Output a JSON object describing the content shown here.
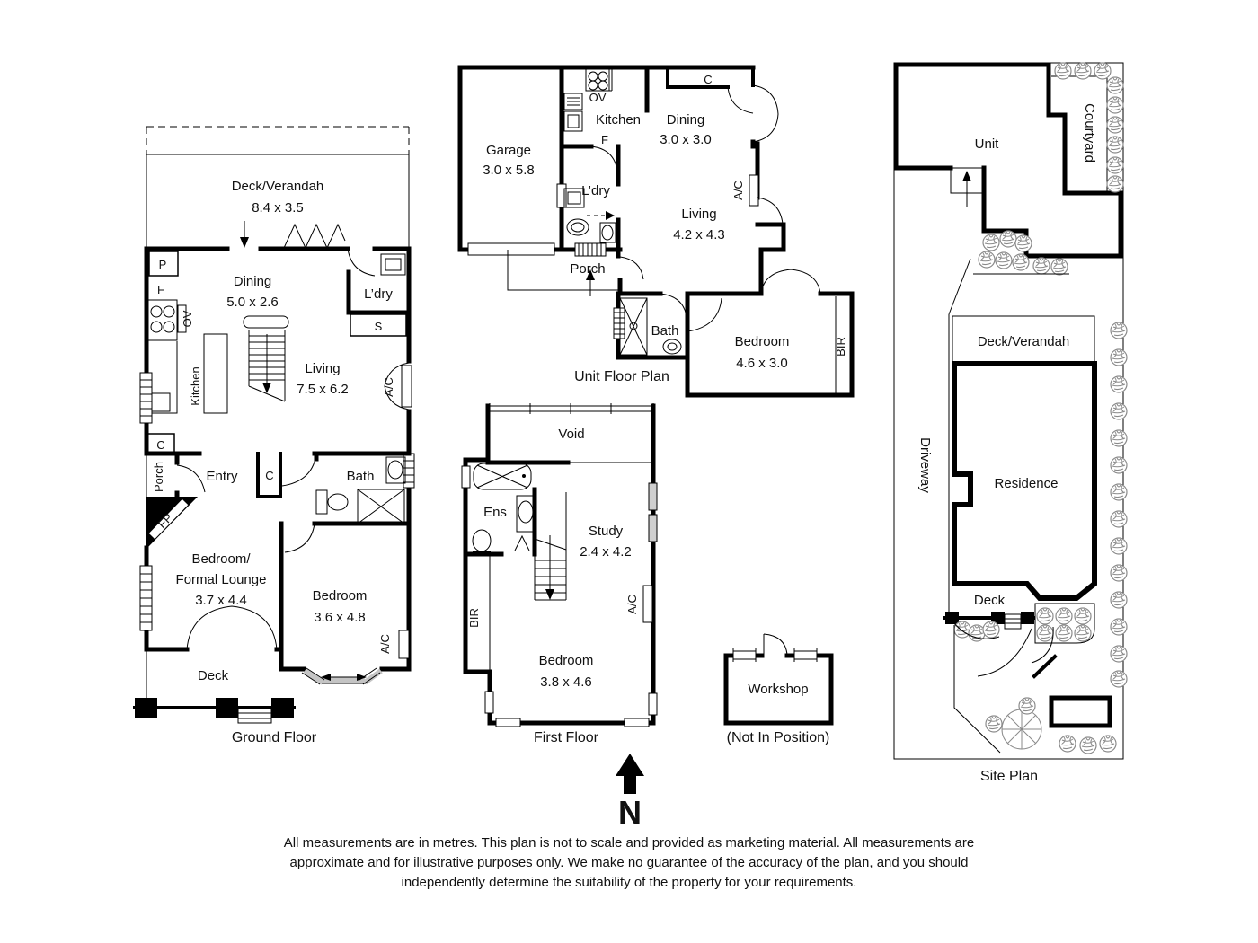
{
  "ground_floor": {
    "title": "Ground Floor",
    "deck_verandah": {
      "label": "Deck/Verandah",
      "dims": "8.4 x 3.5"
    },
    "dining": {
      "label": "Dining",
      "dims": "5.0 x 2.6"
    },
    "living": {
      "label": "Living",
      "dims": "7.5 x 6.2"
    },
    "kitchen_label": "Kitchen",
    "ldry_label": "L’dry",
    "pantry_label": "P",
    "fridge_label": "F",
    "oven_label": "OV",
    "sink_label": "S",
    "cupboard1_label": "C",
    "cupboard2_label": "C",
    "porch_label": "Porch",
    "fireplace_label": "FP",
    "entry_label": "Entry",
    "bath_label": "Bath",
    "ac_living_label": "A/C",
    "ac_bedroom_label": "A/C",
    "bedroom_lounge": {
      "line1": "Bedroom/",
      "line2": "Formal Lounge",
      "dims": "3.7 x 4.4"
    },
    "bedroom": {
      "label": "Bedroom",
      "dims": "3.6 x 4.8"
    },
    "deck_label": "Deck"
  },
  "unit_floor": {
    "title": "Unit Floor Plan",
    "garage": {
      "label": "Garage",
      "dims": "3.0 x 5.8"
    },
    "kitchen_label": "Kitchen",
    "oven_label": "OV",
    "fridge_label": "F",
    "cupboard_label": "C",
    "dining": {
      "label": "Dining",
      "dims": "3.0 x 3.0"
    },
    "ldry_label": "L’dry",
    "living": {
      "label": "Living",
      "dims": "4.2 x 4.3"
    },
    "ac_label": "A/C",
    "porch_label": "Porch",
    "bath_label": "Bath",
    "bedroom": {
      "label": "Bedroom",
      "dims": "4.6 x 3.0"
    },
    "bir_label": "BIR"
  },
  "first_floor": {
    "title": "First Floor",
    "void_label": "Void",
    "ens_label": "Ens",
    "study": {
      "label": "Study",
      "dims": "2.4 x 4.2"
    },
    "bir_label": "BIR",
    "ac_label": "A/C",
    "bedroom": {
      "label": "Bedroom",
      "dims": "3.8 x 4.6"
    }
  },
  "workshop": {
    "label": "Workshop",
    "note": "(Not In Position)"
  },
  "site_plan": {
    "title": "Site Plan",
    "unit_label": "Unit",
    "courtyard_label": "Courtyard",
    "deck_verandah_label": "Deck/Verandah",
    "driveway_label": "Driveway",
    "residence_label": "Residence",
    "deck_label": "Deck"
  },
  "compass": {
    "north_label": "N"
  },
  "disclaimer": {
    "line1": "All measurements are in metres. This plan is not to scale and provided as marketing material. All measurements are",
    "line2": "approximate and for illustrative purposes only. We make no guarantee of the accuracy of the plan, and you should",
    "line3": "independently determine the suitability of the property for your requirements."
  }
}
